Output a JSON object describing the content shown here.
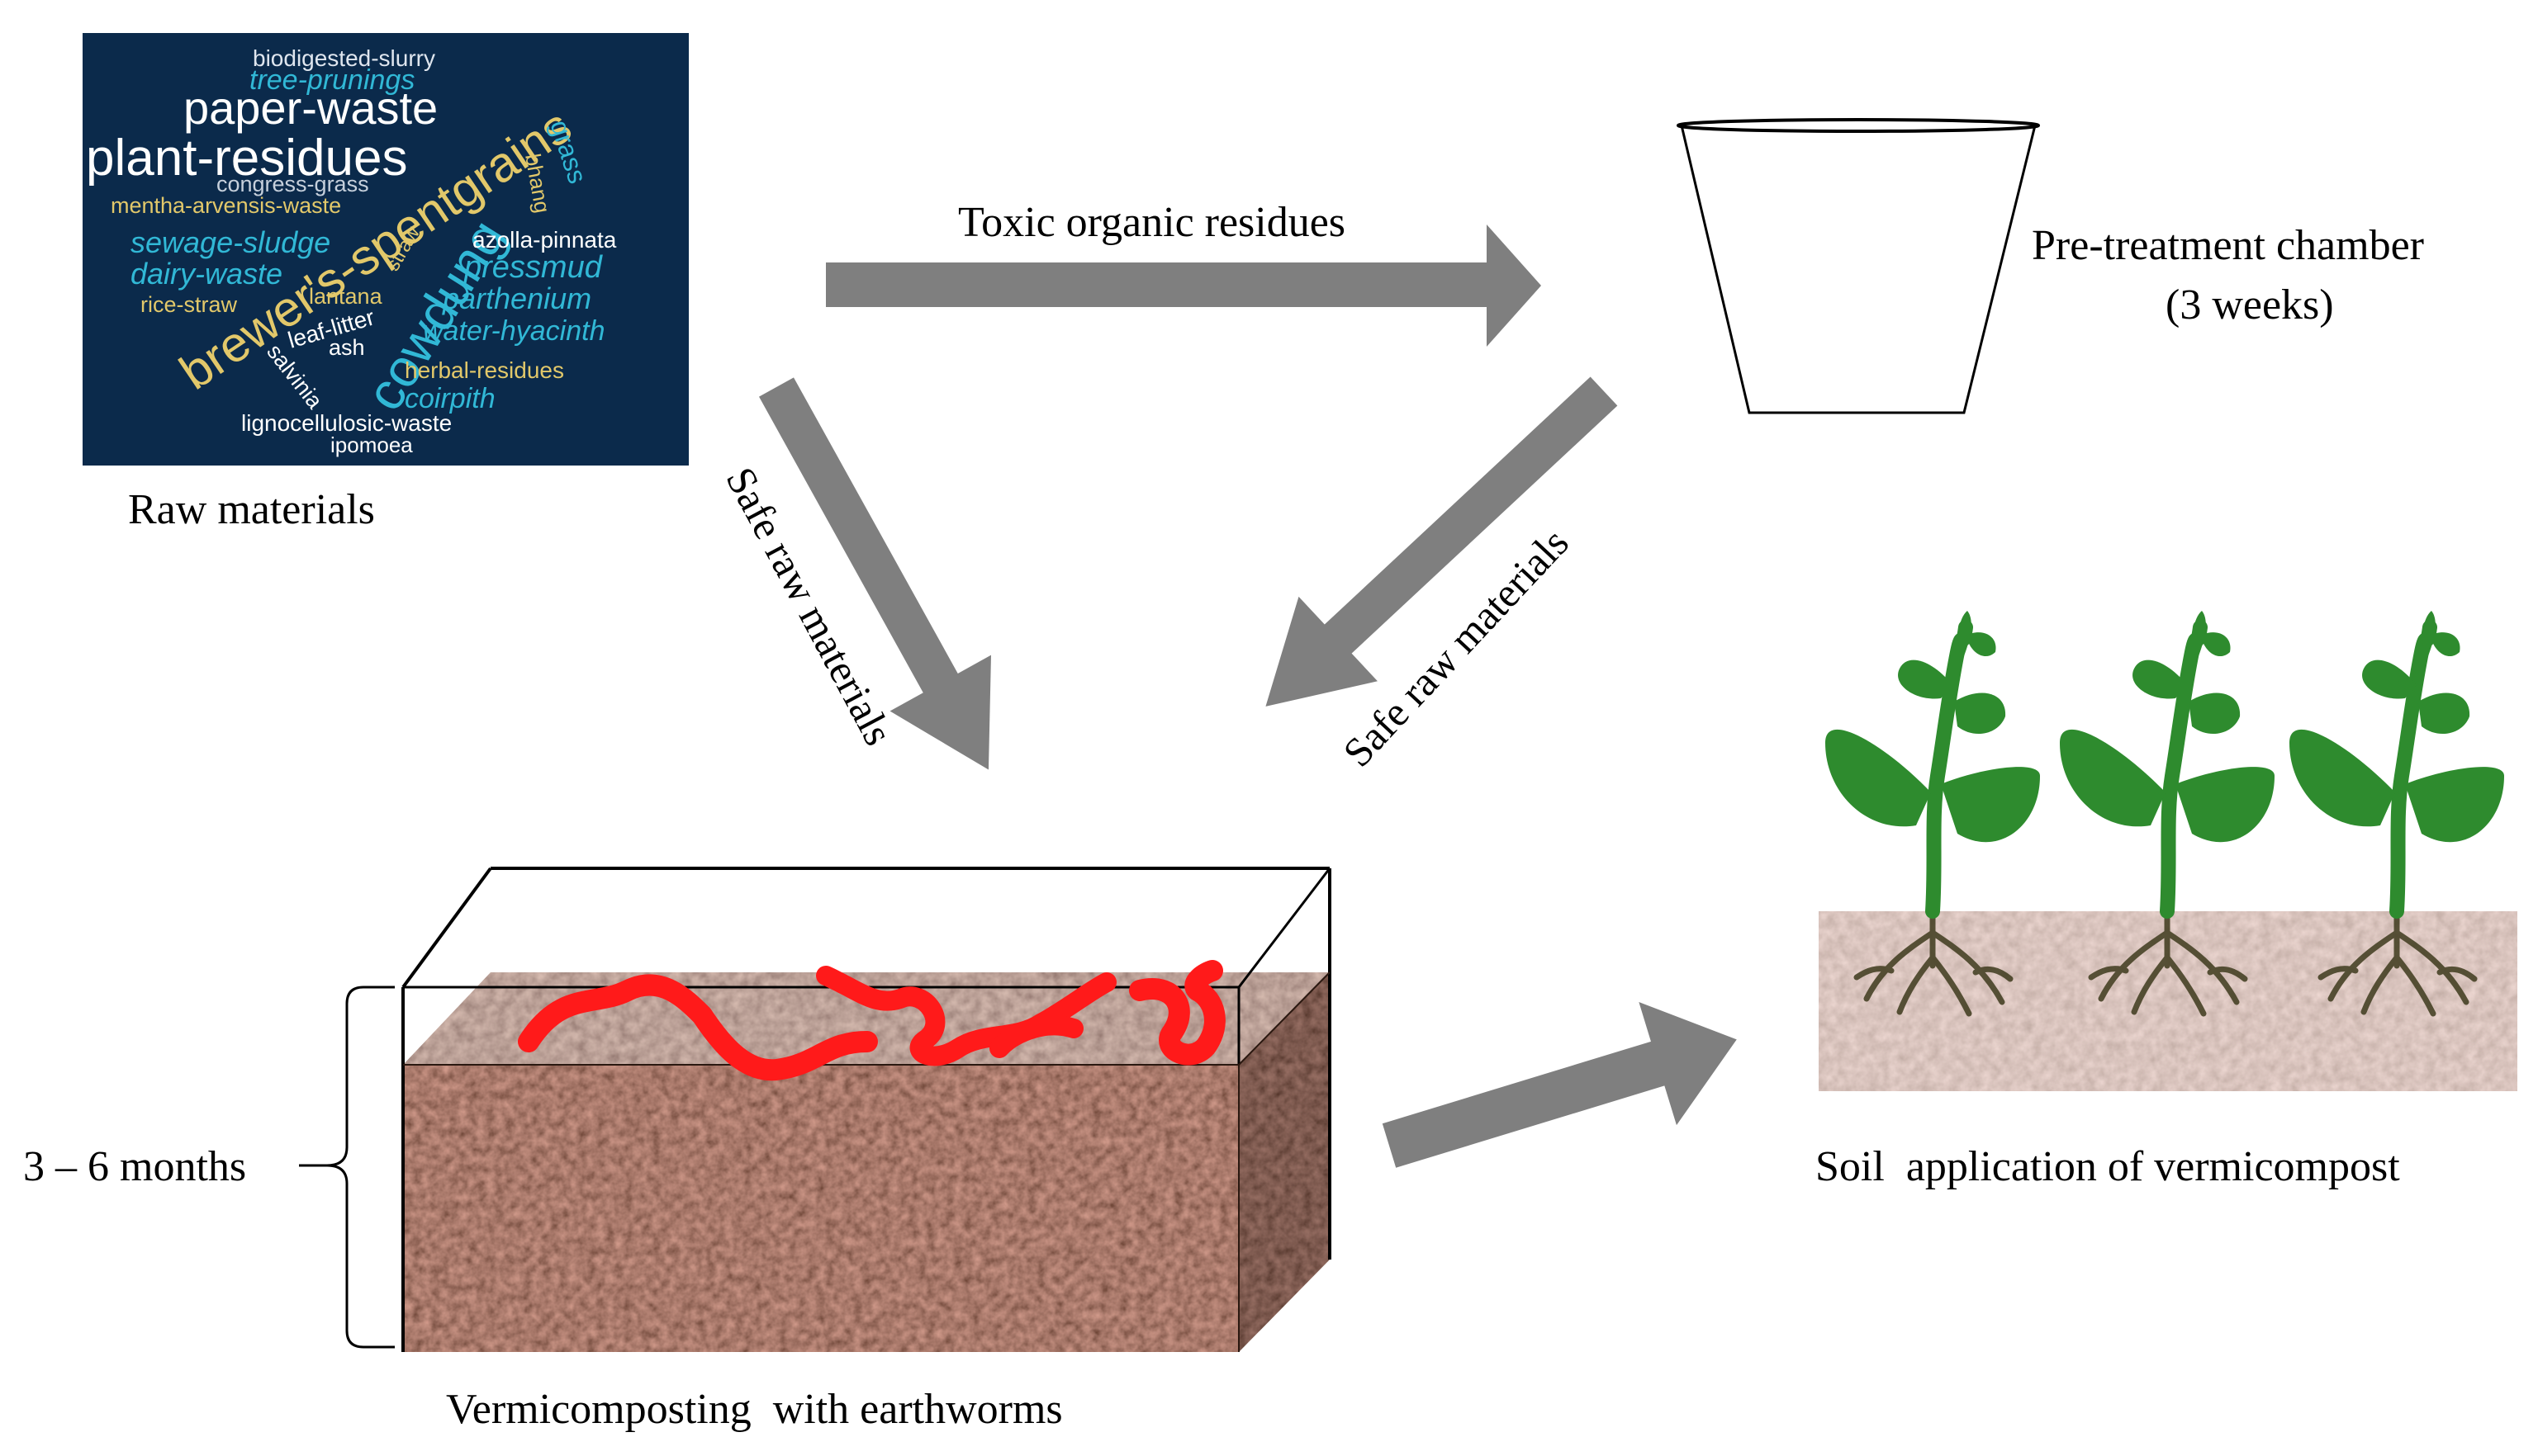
{
  "labels": {
    "raw_materials": "Raw materials",
    "toxic_residues": "Toxic organic residues",
    "pretreatment_line1": "Pre-treatment chamber",
    "pretreatment_line2": "(3 weeks)",
    "safe_raw_left": "Safe raw materials",
    "safe_raw_right": "Safe raw materials",
    "duration": "3 – 6 months",
    "vermicomposting": "Vermicomposting  with earthworms",
    "soil_application": "Soil  application of vermicompost"
  },
  "word_cloud": {
    "words": [
      {
        "text": "biodigested-slurry",
        "color": "#dfe6ef",
        "italic": false
      },
      {
        "text": "tree-prunings",
        "color": "#31b8d6",
        "italic": true
      },
      {
        "text": "paper-waste",
        "color": "#ffffff",
        "italic": false
      },
      {
        "text": "plant-residues",
        "color": "#ffffff",
        "italic": false
      },
      {
        "text": "congress-grass",
        "color": "#c6d0dc",
        "italic": false
      },
      {
        "text": "mentha-arvensis-waste",
        "color": "#e2c86a",
        "italic": false
      },
      {
        "text": "sewage-sludge",
        "color": "#31b8d6",
        "italic": true
      },
      {
        "text": "dairy-waste",
        "color": "#31b8d6",
        "italic": true
      },
      {
        "text": "rice-straw",
        "color": "#e2c86a",
        "italic": false
      },
      {
        "text": "brewer's-spentgrains",
        "color": "#e2c86a",
        "italic": false
      },
      {
        "text": "cowdung",
        "color": "#31b8d6",
        "italic": false
      },
      {
        "text": "grass",
        "color": "#31b8d6",
        "italic": false
      },
      {
        "text": "bhang",
        "color": "#e2c86a",
        "italic": false
      },
      {
        "text": "straw",
        "color": "#e2c86a",
        "italic": false
      },
      {
        "text": "azolla-pinnata",
        "color": "#ffffff",
        "italic": false
      },
      {
        "text": "pressmud",
        "color": "#31b8d6",
        "italic": true
      },
      {
        "text": "lantana",
        "color": "#e2c86a",
        "italic": false
      },
      {
        "text": "parthenium",
        "color": "#31b8d6",
        "italic": true
      },
      {
        "text": "leaf-litter",
        "color": "#ffffff",
        "italic": false
      },
      {
        "text": "ash",
        "color": "#ffffff",
        "italic": false
      },
      {
        "text": "water-hyacinth",
        "color": "#31b8d6",
        "italic": true
      },
      {
        "text": "salvinia",
        "color": "#ffffff",
        "italic": false
      },
      {
        "text": "herbal-residues",
        "color": "#e2c86a",
        "italic": false
      },
      {
        "text": "coirpith",
        "color": "#31b8d6",
        "italic": true
      },
      {
        "text": "lignocellulosic-waste",
        "color": "#ffffff",
        "italic": false
      },
      {
        "text": "ipomoea",
        "color": "#ffffff",
        "italic": false
      }
    ]
  },
  "colors": {
    "arrow": "#7f7f7f",
    "word_cloud_bg": "#0b2a4b",
    "soil_base": "#5e2f22",
    "soil_light": "#b88a82",
    "worm": "#ff1a1a",
    "plant": "#2e8b2e",
    "roots": "#3d3a1c"
  },
  "icons": {
    "pretreatment": "bucket-outline-icon",
    "bin": "compost-bin-icon",
    "plant": "plant-seedling-icon",
    "worm": "earthworm-icon"
  }
}
